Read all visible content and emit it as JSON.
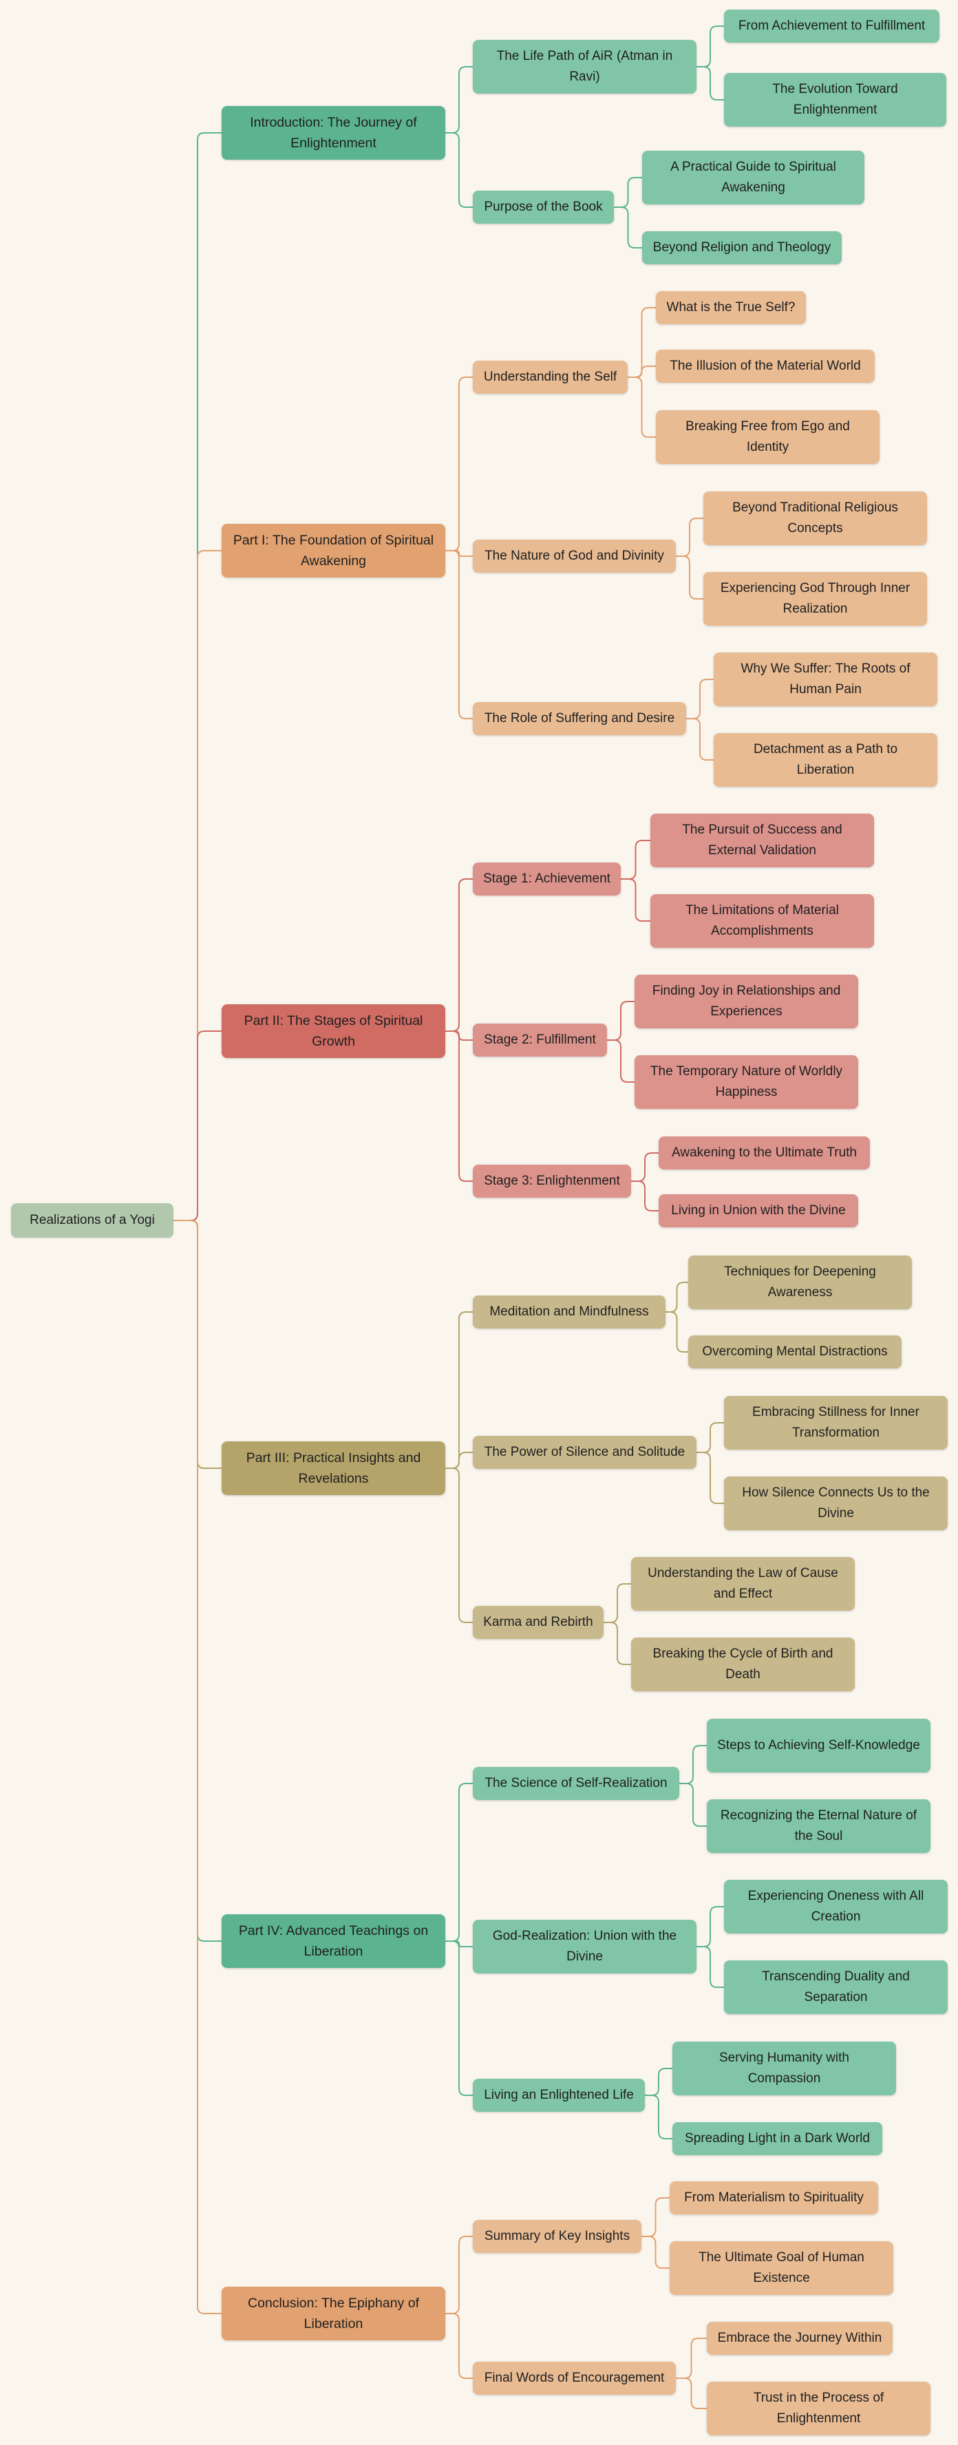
{
  "colors": {
    "background": "#faf6ee",
    "root_fill": "#b1c8ac",
    "green_main": "#5bb48f",
    "green_light": "#7fc5a6",
    "green_edge": "#5bb48f",
    "orange_main": "#e2a170",
    "orange_light": "#e8bb93",
    "orange_edge": "#e2a170",
    "red_main": "#d06c64",
    "red_light": "#dc938c",
    "red_edge": "#d06c64",
    "olive_main": "#b4a46a",
    "olive_light": "#c8b98c",
    "olive_edge": "#b4a46a"
  },
  "mindmap": {
    "root": "Realizations of a Yogi",
    "sections": [
      {
        "label": "Introduction: The Journey of Enlightenment",
        "topics": [
          {
            "label": "The Life Path of AiR (Atman in Ravi)",
            "leaves": [
              "From Achievement to Fulfillment",
              "The Evolution Toward Enlightenment"
            ]
          },
          {
            "label": "Purpose of the Book",
            "leaves": [
              "A Practical Guide to Spiritual Awakening",
              "Beyond Religion and Theology"
            ]
          }
        ]
      },
      {
        "label": "Part I: The Foundation of Spiritual Awakening",
        "topics": [
          {
            "label": "Understanding the Self",
            "leaves": [
              "What is the True Self?",
              "The Illusion of the Material World",
              "Breaking Free from Ego and Identity"
            ]
          },
          {
            "label": "The Nature of God and Divinity",
            "leaves": [
              "Beyond Traditional Religious Concepts",
              "Experiencing God Through Inner Realization"
            ]
          },
          {
            "label": "The Role of Suffering and Desire",
            "leaves": [
              "Why We Suffer: The Roots of Human Pain",
              "Detachment as a Path to Liberation"
            ]
          }
        ]
      },
      {
        "label": "Part II: The Stages of Spiritual Growth",
        "topics": [
          {
            "label": "Stage 1: Achievement",
            "leaves": [
              "The Pursuit of Success and External Validation",
              "The Limitations of Material Accomplishments"
            ]
          },
          {
            "label": "Stage 2: Fulfillment",
            "leaves": [
              "Finding Joy in Relationships and Experiences",
              "The Temporary Nature of Worldly Happiness"
            ]
          },
          {
            "label": "Stage 3: Enlightenment",
            "leaves": [
              "Awakening to the Ultimate Truth",
              "Living in Union with the Divine"
            ]
          }
        ]
      },
      {
        "label": "Part III: Practical Insights and Revelations",
        "topics": [
          {
            "label": "Meditation and Mindfulness",
            "leaves": [
              "Techniques for Deepening Awareness",
              "Overcoming Mental Distractions"
            ]
          },
          {
            "label": "The Power of Silence and Solitude",
            "leaves": [
              "Embracing Stillness for Inner Transformation",
              "How Silence Connects Us to the Divine"
            ]
          },
          {
            "label": "Karma and Rebirth",
            "leaves": [
              "Understanding the Law of Cause and Effect",
              "Breaking the Cycle of Birth and Death"
            ]
          }
        ]
      },
      {
        "label": "Part IV: Advanced Teachings on Liberation",
        "topics": [
          {
            "label": "The Science of Self-Realization",
            "leaves": [
              "Steps to Achieving Self-Knowledge",
              "Recognizing the Eternal Nature of the Soul"
            ]
          },
          {
            "label": "God-Realization: Union with the Divine",
            "leaves": [
              "Experiencing Oneness with All Creation",
              "Transcending Duality and Separation"
            ]
          },
          {
            "label": "Living an Enlightened Life",
            "leaves": [
              "Serving Humanity with Compassion",
              "Spreading Light in a Dark World"
            ]
          }
        ]
      },
      {
        "label": "Conclusion: The Epiphany of Liberation",
        "topics": [
          {
            "label": "Summary of Key Insights",
            "leaves": [
              "From Materialism to Spirituality",
              "The Ultimate Goal of Human Existence"
            ]
          },
          {
            "label": "Final Words of Encouragement",
            "leaves": [
              "Embrace the Journey Within",
              "Trust in the Process of Enlightenment"
            ]
          }
        ]
      }
    ]
  }
}
